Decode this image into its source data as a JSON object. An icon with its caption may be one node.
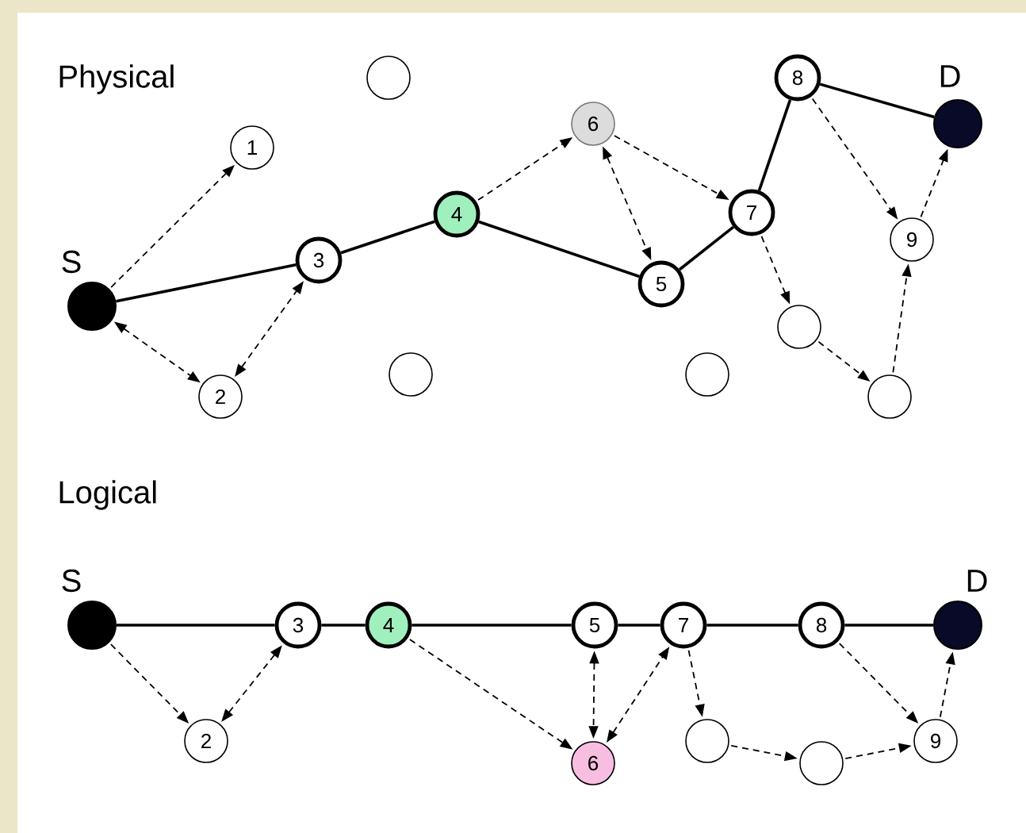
{
  "diagram": {
    "nodes": [
      {
        "text": [],
        "shape": "circle",
        "beside": [
          "S"
        ]
      },
      {
        "text": [
          "1"
        ]
      },
      {
        "text": [
          "2"
        ]
      },
      {
        "text": [
          "3"
        ]
      },
      {
        "text": [
          "4"
        ]
      },
      {
        "text": [],
        "shape": "circle"
      },
      {
        "text": [],
        "shape": "circle"
      },
      {
        "text": [
          "6"
        ]
      },
      {
        "text": [
          "5"
        ]
      },
      {
        "text": [],
        "shape": "circle"
      },
      {
        "text": [
          "7"
        ]
      },
      {
        "text": [
          "8"
        ]
      },
      {
        "text": [],
        "shape": "circle"
      },
      {
        "text": [],
        "shape": "circle"
      },
      {
        "text": [
          "9"
        ]
      },
      {
        "text": [],
        "shape": "circle",
        "beside": [
          "D"
        ]
      },
      {
        "text": [],
        "shape": "circle",
        "beside": [
          "S"
        ]
      },
      {
        "text": [
          "2"
        ]
      },
      {
        "text": [
          "3"
        ]
      },
      {
        "text": [
          "4"
        ]
      },
      {
        "text": [
          "5"
        ]
      },
      {
        "text": [
          "6"
        ]
      },
      {
        "text": [
          "7"
        ]
      },
      {
        "text": [],
        "shape": "circle"
      },
      {
        "text": [
          "8"
        ]
      },
      {
        "text": [],
        "shape": "circle"
      },
      {
        "text": [
          "9"
        ]
      },
      {
        "text": [],
        "shape": "circle",
        "beside": [
          "D"
        ]
      }
    ],
    "edges": [
      {
        "from": 0,
        "to": 3,
        "arrow": "none"
      },
      {
        "from": 3,
        "to": 4,
        "arrow": "none"
      },
      {
        "from": 4,
        "to": 8,
        "arrow": "none"
      },
      {
        "from": 8,
        "to": 10,
        "arrow": "none"
      },
      {
        "from": 10,
        "to": 11,
        "arrow": "none"
      },
      {
        "from": 11,
        "to": 15,
        "arrow": "none"
      },
      {
        "from": 0,
        "to": 1,
        "arrow": "to",
        "style": "dashed"
      },
      {
        "from": 0,
        "to": 2,
        "arrow": "both",
        "style": "dashed"
      },
      {
        "from": 2,
        "to": 3,
        "arrow": "both",
        "style": "dashed"
      },
      {
        "from": 4,
        "to": 7,
        "arrow": "to",
        "style": "dashed"
      },
      {
        "from": 7,
        "to": 8,
        "arrow": "both",
        "style": "dashed"
      },
      {
        "from": 7,
        "to": 10,
        "arrow": "to",
        "style": "dashed"
      },
      {
        "from": 10,
        "to": 12,
        "arrow": "to",
        "style": "dashed"
      },
      {
        "from": 12,
        "to": 13,
        "arrow": "to",
        "style": "dashed"
      },
      {
        "from": 13,
        "to": 14,
        "arrow": "to",
        "style": "dashed"
      },
      {
        "from": 11,
        "to": 14,
        "arrow": "to",
        "style": "dashed"
      },
      {
        "from": 14,
        "to": 15,
        "arrow": "to",
        "style": "dashed"
      },
      {
        "from": 16,
        "to": 18,
        "arrow": "none"
      },
      {
        "from": 18,
        "to": 19,
        "arrow": "none"
      },
      {
        "from": 19,
        "to": 20,
        "arrow": "none"
      },
      {
        "from": 20,
        "to": 22,
        "arrow": "none"
      },
      {
        "from": 22,
        "to": 24,
        "arrow": "none"
      },
      {
        "from": 24,
        "to": 27,
        "arrow": "none"
      },
      {
        "from": 16,
        "to": 17,
        "arrow": "to",
        "style": "dashed"
      },
      {
        "from": 17,
        "to": 18,
        "arrow": "both",
        "style": "dashed"
      },
      {
        "from": 19,
        "to": 21,
        "arrow": "to",
        "style": "dashed"
      },
      {
        "from": 20,
        "to": 21,
        "arrow": "both",
        "style": "dashed"
      },
      {
        "from": 21,
        "to": 22,
        "arrow": "both",
        "style": "dashed"
      },
      {
        "from": 22,
        "to": 23,
        "arrow": "to",
        "style": "dashed"
      },
      {
        "from": 23,
        "to": 25,
        "arrow": "to",
        "style": "dashed"
      },
      {
        "from": 25,
        "to": 26,
        "arrow": "to",
        "style": "dashed"
      },
      {
        "from": 24,
        "to": 26,
        "arrow": "to",
        "style": "dashed"
      },
      {
        "from": 26,
        "to": 27,
        "arrow": "to",
        "style": "dashed"
      }
    ],
    "labels": [
      "Physical",
      "Logical"
    ]
  }
}
